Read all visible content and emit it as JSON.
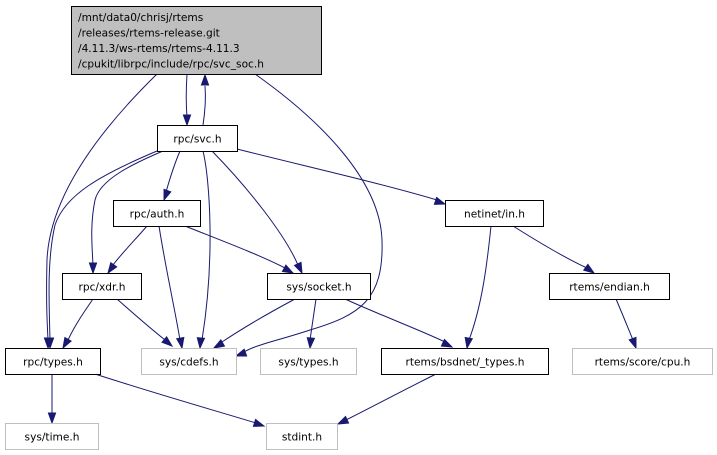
{
  "diagram": {
    "type": "include-dependency-graph",
    "colors": {
      "edge": "#191970",
      "root_fill": "#bfbfbf",
      "node_border": "#000000",
      "external_border": "#bfbfbf"
    },
    "nodes": [
      {
        "id": "root",
        "kind": "root",
        "lines": [
          "/mnt/data0/chrisj/rtems",
          "/releases/rtems-release.git",
          "/4.11.3/ws-rtems/rtems-4.11.3",
          "/cpukit/librpc/include/rpc/svc_soc.h"
        ]
      },
      {
        "id": "svc",
        "kind": "normal",
        "lines": [
          "rpc/svc.h"
        ]
      },
      {
        "id": "auth",
        "kind": "normal",
        "lines": [
          "rpc/auth.h"
        ]
      },
      {
        "id": "netin",
        "kind": "normal",
        "lines": [
          "netinet/in.h"
        ]
      },
      {
        "id": "xdr",
        "kind": "normal",
        "lines": [
          "rpc/xdr.h"
        ]
      },
      {
        "id": "socket",
        "kind": "normal",
        "lines": [
          "sys/socket.h"
        ]
      },
      {
        "id": "endian",
        "kind": "normal",
        "lines": [
          "rtems/endian.h"
        ]
      },
      {
        "id": "rtypes",
        "kind": "normal",
        "lines": [
          "rpc/types.h"
        ]
      },
      {
        "id": "cdefs",
        "kind": "external",
        "lines": [
          "sys/cdefs.h"
        ]
      },
      {
        "id": "systypes",
        "kind": "external",
        "lines": [
          "sys/types.h"
        ]
      },
      {
        "id": "bsdtypes",
        "kind": "normal",
        "lines": [
          "rtems/bsdnet/_types.h"
        ]
      },
      {
        "id": "cpu",
        "kind": "external",
        "lines": [
          "rtems/score/cpu.h"
        ]
      },
      {
        "id": "time",
        "kind": "external",
        "lines": [
          "sys/time.h"
        ]
      },
      {
        "id": "stdint",
        "kind": "external",
        "lines": [
          "stdint.h"
        ]
      }
    ],
    "edges": [
      {
        "from": "root",
        "to": "svc"
      },
      {
        "from": "svc",
        "to": "root"
      },
      {
        "from": "root",
        "to": "rtypes"
      },
      {
        "from": "root",
        "to": "cdefs"
      },
      {
        "from": "svc",
        "to": "auth"
      },
      {
        "from": "svc",
        "to": "netin"
      },
      {
        "from": "svc",
        "to": "xdr"
      },
      {
        "from": "svc",
        "to": "rtypes"
      },
      {
        "from": "svc",
        "to": "cdefs"
      },
      {
        "from": "svc",
        "to": "socket"
      },
      {
        "from": "auth",
        "to": "xdr"
      },
      {
        "from": "auth",
        "to": "cdefs"
      },
      {
        "from": "auth",
        "to": "socket"
      },
      {
        "from": "netin",
        "to": "bsdtypes"
      },
      {
        "from": "netin",
        "to": "endian"
      },
      {
        "from": "xdr",
        "to": "rtypes"
      },
      {
        "from": "xdr",
        "to": "cdefs"
      },
      {
        "from": "socket",
        "to": "cdefs"
      },
      {
        "from": "socket",
        "to": "systypes"
      },
      {
        "from": "socket",
        "to": "bsdtypes"
      },
      {
        "from": "endian",
        "to": "cpu"
      },
      {
        "from": "rtypes",
        "to": "time"
      },
      {
        "from": "rtypes",
        "to": "stdint"
      },
      {
        "from": "bsdtypes",
        "to": "stdint"
      }
    ]
  }
}
